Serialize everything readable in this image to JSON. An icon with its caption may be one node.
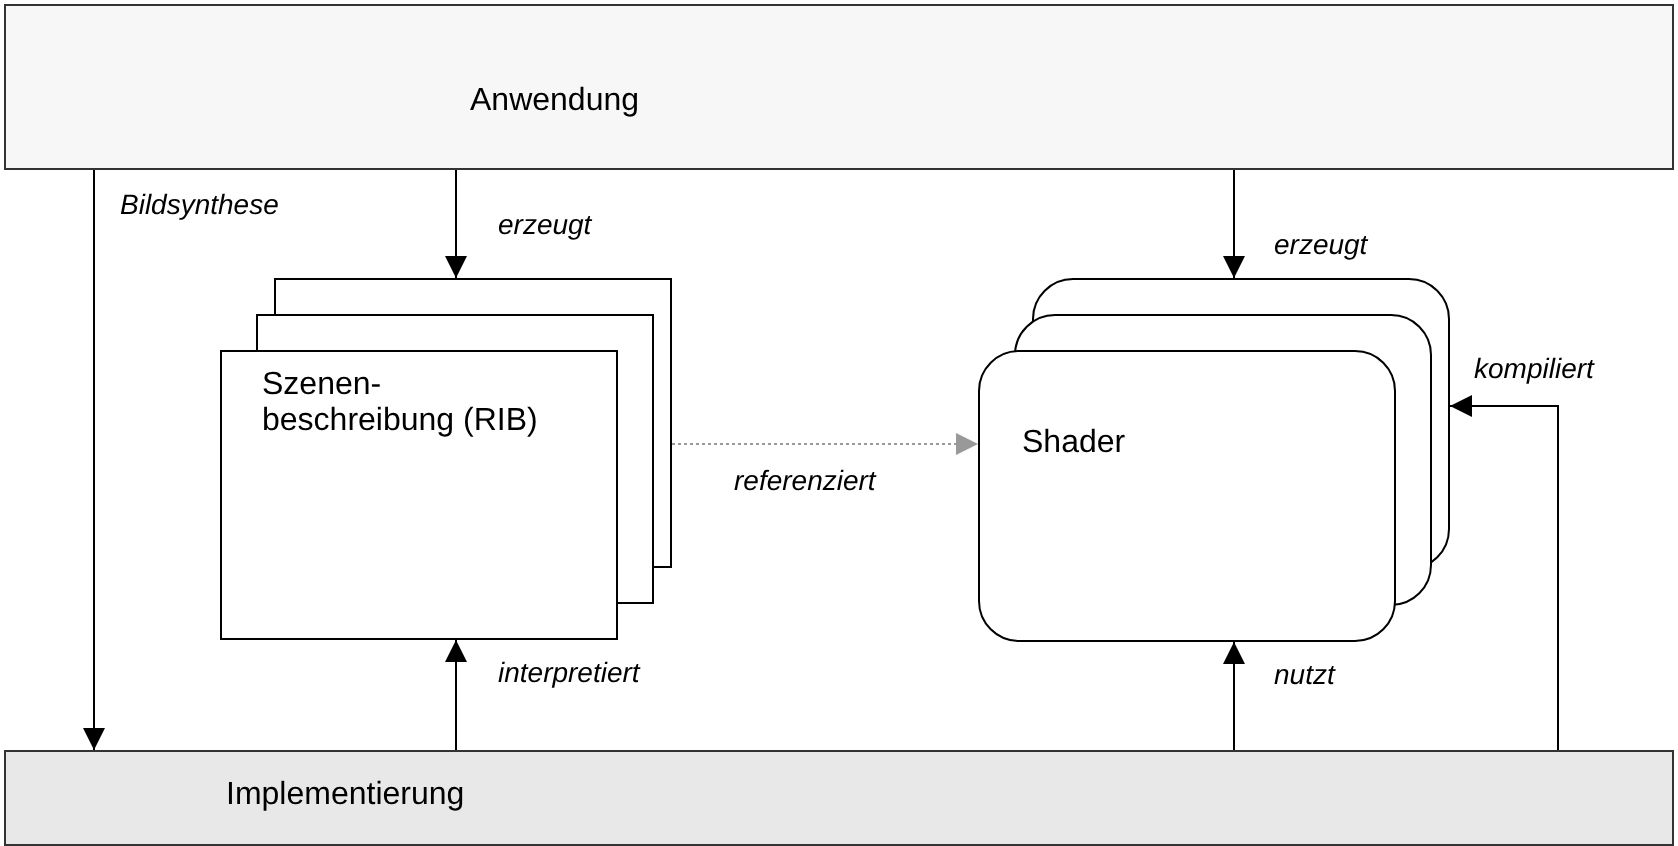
{
  "diagram": {
    "nodes": [
      {
        "text": [
          "Anwendung"
        ]
      },
      {
        "text": [
          "Szenen- beschreibung (RIB)"
        ]
      },
      {
        "text": [
          "Shader"
        ]
      },
      {
        "text": [
          "Implementierung"
        ]
      }
    ],
    "edges": [
      {
        "from": 0,
        "to": 3,
        "arrow": "to",
        "label": "Bildsynthese"
      },
      {
        "from": 0,
        "to": 1,
        "arrow": "to",
        "label": "erzeugt"
      },
      {
        "from": 0,
        "to": 2,
        "arrow": "to",
        "label": "erzeugt"
      },
      {
        "from": 1,
        "to": 2,
        "arrow": "to",
        "label": "referenziert",
        "style": "dashed",
        "color": "#999999"
      },
      {
        "from": 3,
        "to": 1,
        "arrow": "to",
        "label": "interpretiert"
      },
      {
        "from": 3,
        "to": 2,
        "arrow": "to",
        "label": "nutzt"
      },
      {
        "from": 3,
        "to": 2,
        "arrow": "to",
        "label": "kompiliert"
      }
    ]
  }
}
